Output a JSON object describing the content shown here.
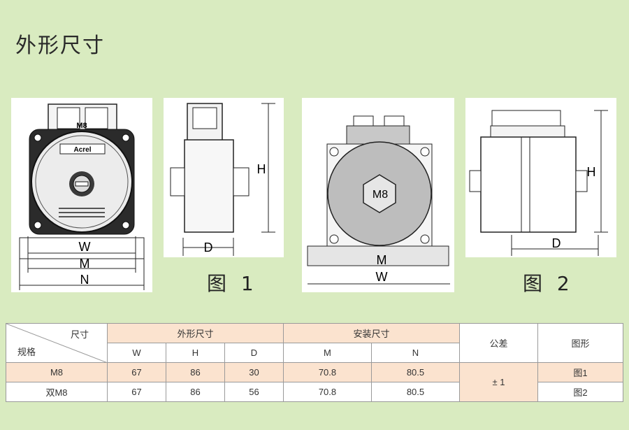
{
  "page_title": "外形尺寸",
  "figure1": {
    "caption": "图 1",
    "model_label": "M8",
    "brand": "Acrel",
    "dim_labels": {
      "W": "W",
      "M": "M",
      "N": "N",
      "D": "D",
      "H": "H"
    }
  },
  "figure2": {
    "caption": "图 2",
    "model_label": "M8",
    "dim_labels": {
      "M": "M",
      "W": "W",
      "D": "D",
      "H": "H"
    }
  },
  "table": {
    "corner_top": "尺寸",
    "corner_bottom": "规格",
    "group_outer": "外形尺寸",
    "group_install": "安装尺寸",
    "col_tolerance": "公差",
    "col_figure": "图形",
    "sub_headers": [
      "W",
      "H",
      "D",
      "M",
      "N"
    ],
    "rows": [
      {
        "model": "M8",
        "W": "67",
        "H": "86",
        "D": "30",
        "M": "70.8",
        "N": "80.5",
        "figure": "图1"
      },
      {
        "model": "双M8",
        "W": "67",
        "H": "86",
        "D": "56",
        "M": "70.8",
        "N": "80.5",
        "figure": "图2"
      }
    ],
    "tolerance": "± 1"
  },
  "colors": {
    "background": "#d9ebc0",
    "highlight": "#fbe3cf"
  }
}
